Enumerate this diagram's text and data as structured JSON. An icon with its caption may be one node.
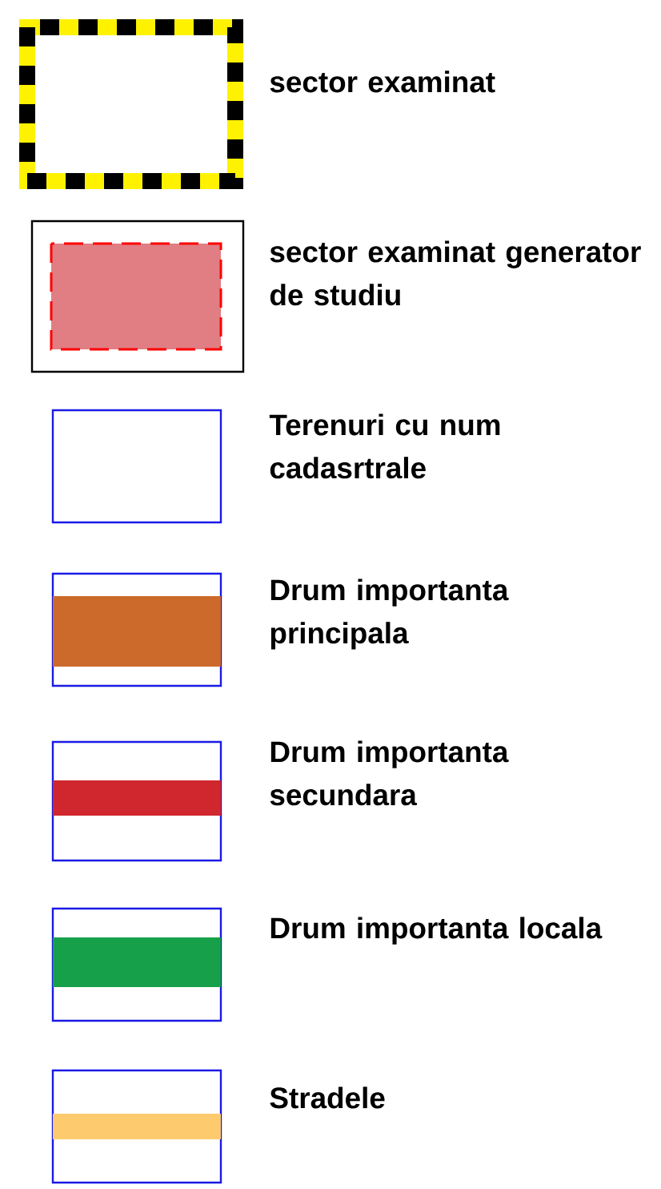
{
  "diagram": {
    "legend": [
      {
        "text": "sector examinat"
      },
      {
        "text": "sector examinat generator de studiu"
      },
      {
        "text": "Terenuri cu num cadasrtrale"
      },
      {
        "text": "Drum importanta principala",
        "color": "#cc6a2c"
      },
      {
        "text": "Drum importanta secundara",
        "color": "#d0262e"
      },
      {
        "text": "Drum importanta locala",
        "color": "#17a04a"
      },
      {
        "text": "Stradele",
        "color": "#fdcb6e"
      }
    ]
  }
}
